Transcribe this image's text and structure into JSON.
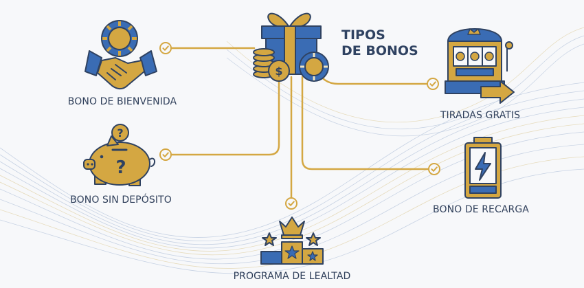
{
  "title": {
    "line1": "TIPOS",
    "line2": "DE BONOS"
  },
  "bonuses": [
    {
      "label": "BONO DE BIENVENIDA",
      "icon": "handshake-chip-icon"
    },
    {
      "label": "BONO SIN DEPÓSITO",
      "icon": "piggy-bank-question-icon"
    },
    {
      "label": "PROGRAMA DE LEALTAD",
      "icon": "podium-crown-icon"
    },
    {
      "label": "TIRADAS GRATIS",
      "icon": "slot-machine-icon"
    },
    {
      "label": "BONO DE RECARGA",
      "icon": "battery-bolt-icon"
    }
  ],
  "center_icon": "gift-coins-chips-icon",
  "colors": {
    "gold": "#d4a742",
    "blue": "#3a6cb4",
    "navy": "#2f4261",
    "background": "#f7f8fa"
  }
}
